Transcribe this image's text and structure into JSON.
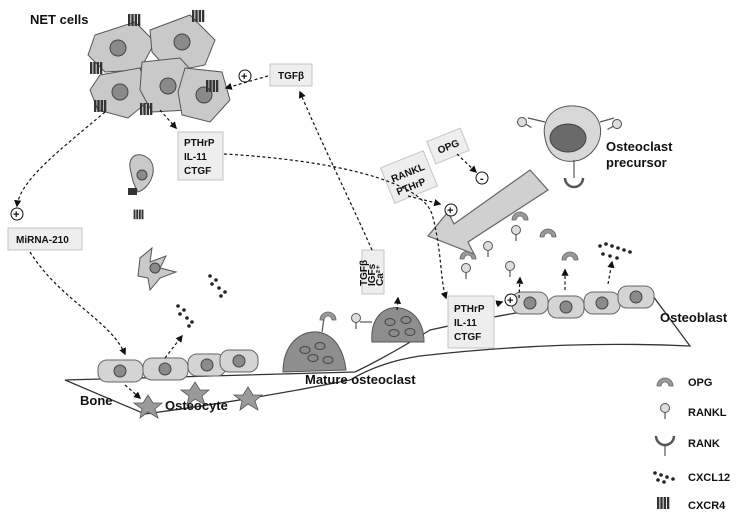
{
  "labels": {
    "net_cells": "NET cells",
    "osteoclast_precursor_line1": "Osteoclast",
    "osteoclast_precursor_line2": "precursor",
    "bone": "Bone",
    "osteocyte": "Osteocyte",
    "mature_osteoclast": "Mature osteoclast",
    "osteoblast": "Osteoblast"
  },
  "boxes": {
    "tgfb": "TGFβ",
    "net_secreted": [
      "PTHrP",
      "IL-11",
      "CTGF"
    ],
    "mirna": "MiRNA-210",
    "rankl_pthrp": [
      "RANKL",
      "PTHrP"
    ],
    "opg": "OPG",
    "bone_released": [
      "TGFβ",
      "IGFs",
      "Ca²⁺"
    ],
    "osteoblast_factors": [
      "PTHrP",
      "IL-11",
      "CTGF"
    ]
  },
  "symbols": {
    "plus": "+",
    "minus": "-"
  },
  "legend": [
    {
      "icon": "opg-icon",
      "label": "OPG"
    },
    {
      "icon": "rankl-icon",
      "label": "RANKL"
    },
    {
      "icon": "rank-icon",
      "label": "RANK"
    },
    {
      "icon": "cxcl12-icon",
      "label": "CXCL12"
    },
    {
      "icon": "cxcr4-icon",
      "label": "CXCR4"
    }
  ]
}
